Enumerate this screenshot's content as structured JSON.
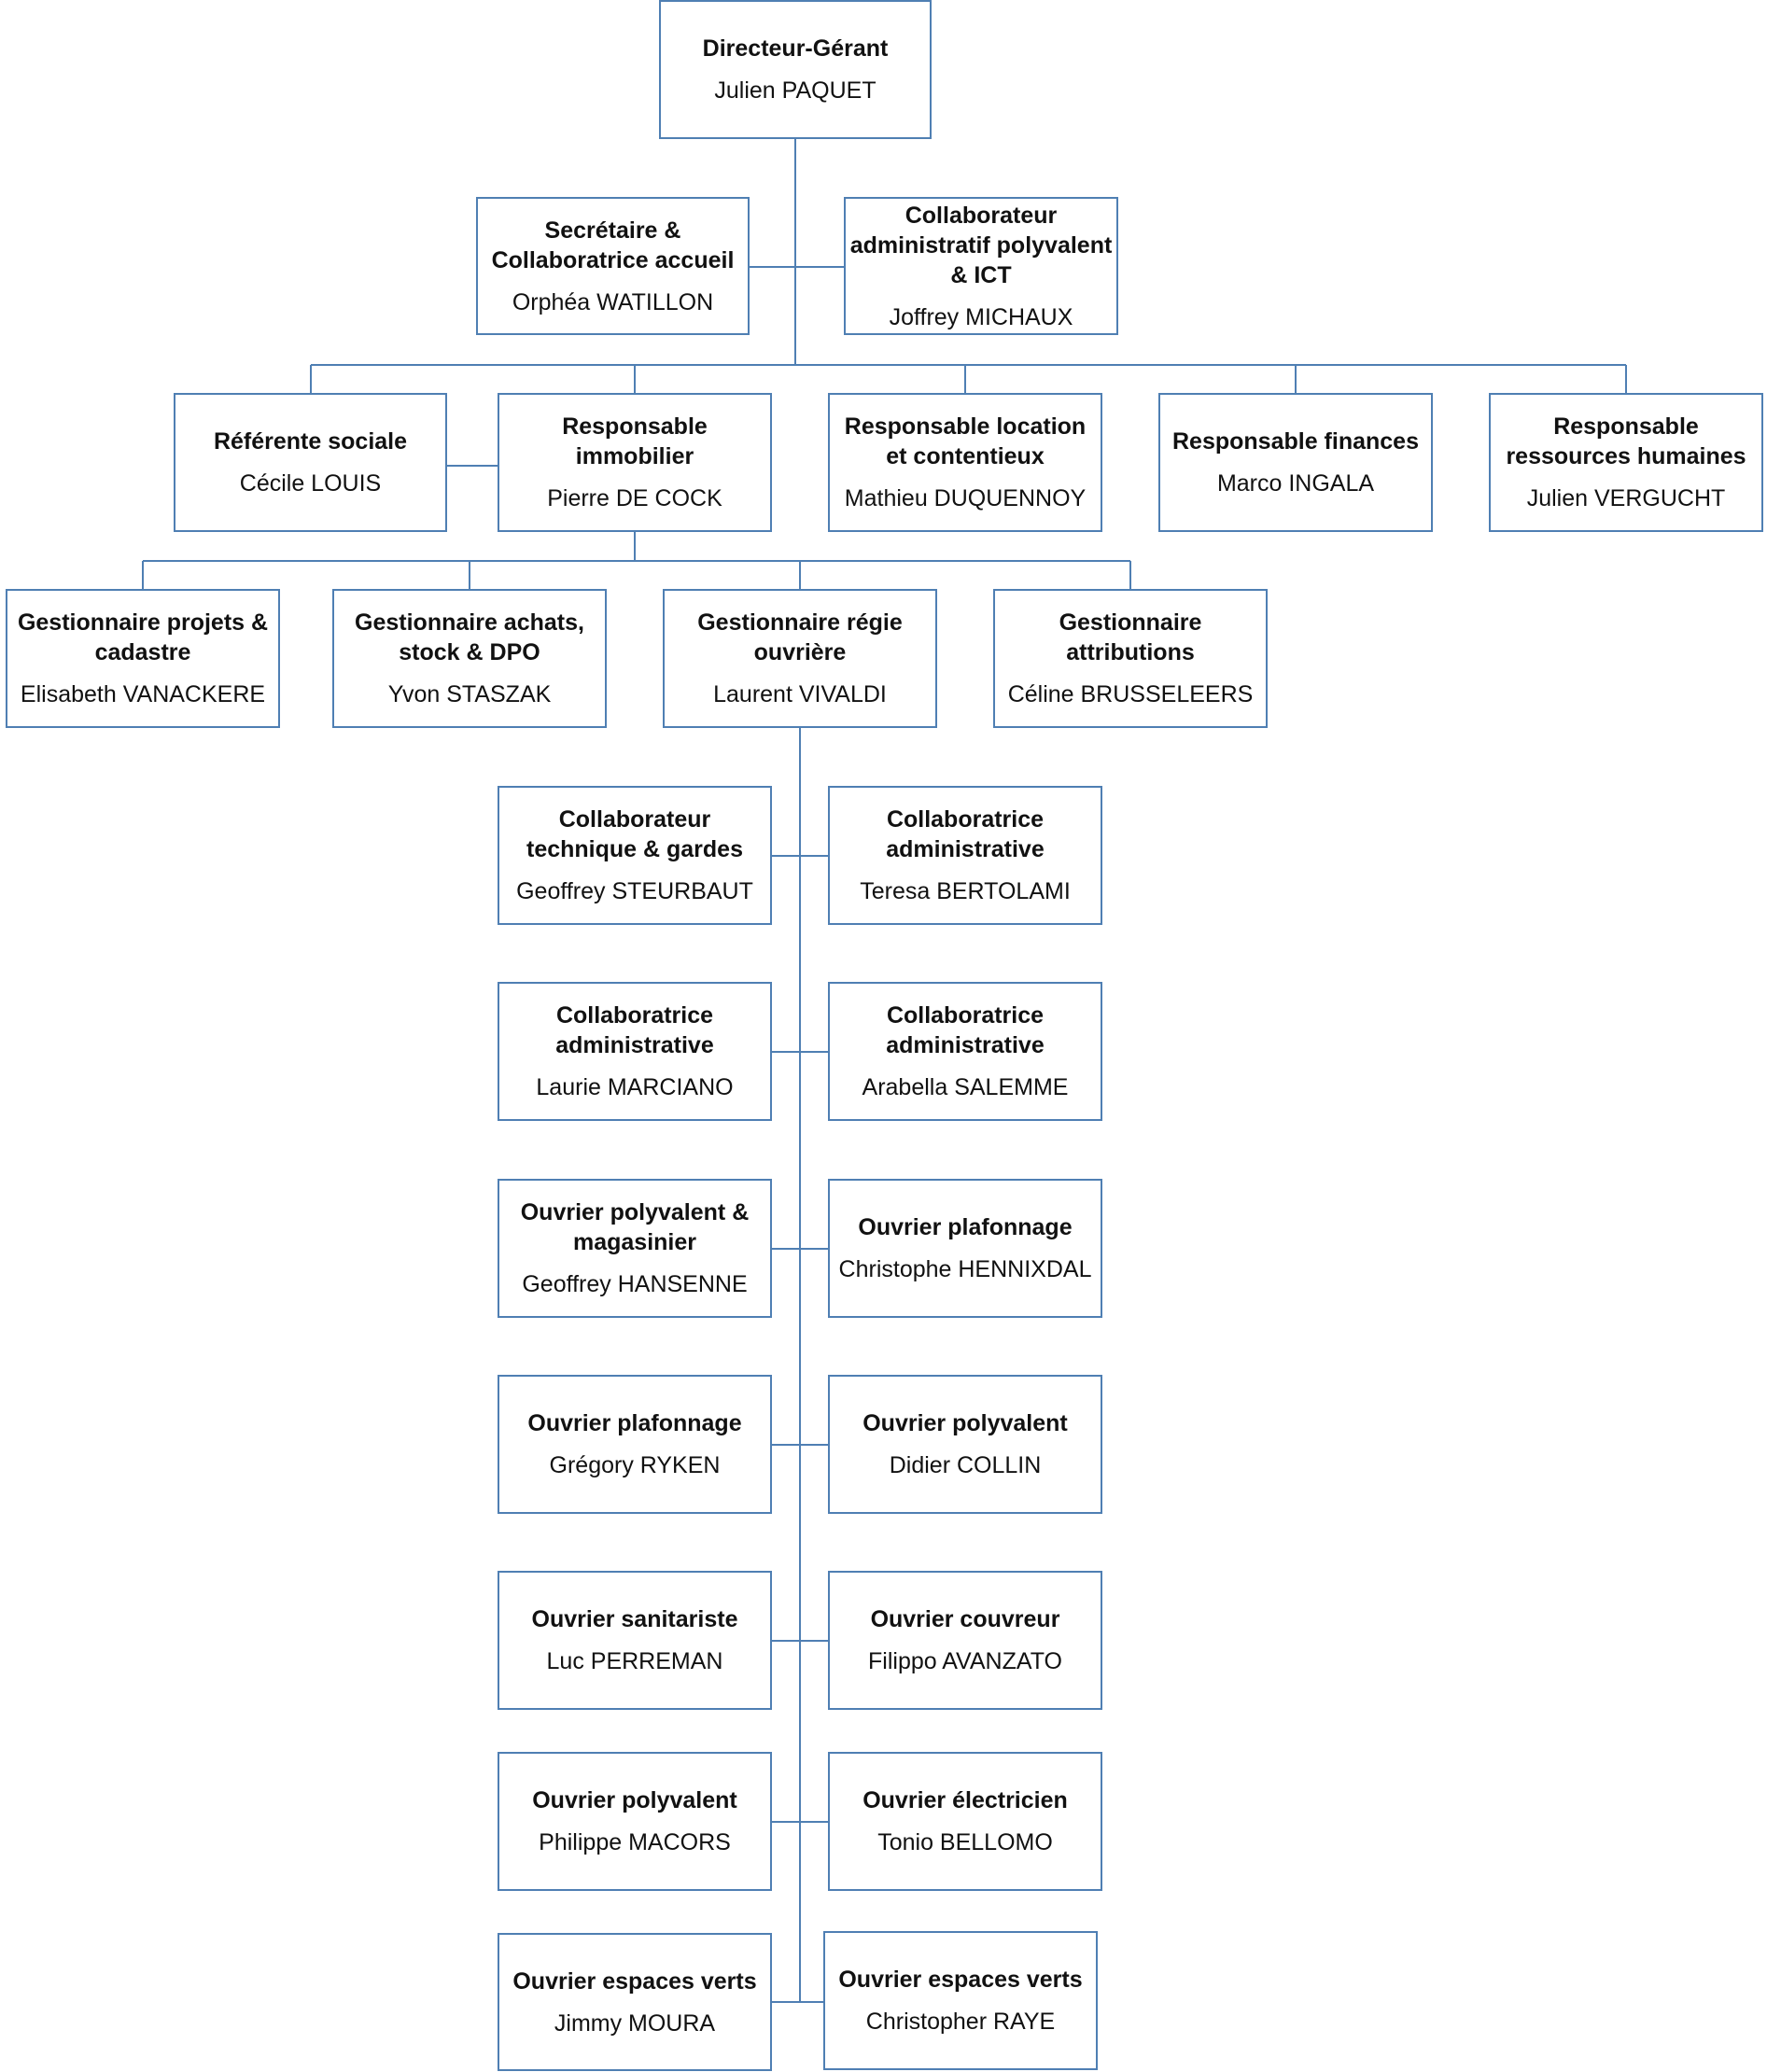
{
  "org": {
    "nodes": [
      {
        "id": "directeur",
        "title": "Directeur-Gérant",
        "name": "Julien PAQUET"
      },
      {
        "id": "secretaire",
        "title": "Secrétaire & Collaboratrice accueil",
        "name": "Orphéa WATILLON"
      },
      {
        "id": "collab-admin-ict",
        "title": "Collaborateur administratif polyvalent & ICT",
        "name": "Joffrey MICHAUX"
      },
      {
        "id": "referente-sociale",
        "title": "Référente sociale",
        "name": "Cécile LOUIS"
      },
      {
        "id": "resp-immobilier",
        "title": "Responsable immobilier",
        "name": "Pierre DE COCK"
      },
      {
        "id": "resp-location",
        "title": "Responsable location et contentieux",
        "name": "Mathieu DUQUENNOY"
      },
      {
        "id": "resp-finances",
        "title": "Responsable finances",
        "name": "Marco INGALA"
      },
      {
        "id": "resp-rh",
        "title": "Responsable ressources humaines",
        "name": "Julien VERGUCHT"
      },
      {
        "id": "gest-projets",
        "title": "Gestionnaire projets & cadastre",
        "name": "Elisabeth VANACKERE"
      },
      {
        "id": "gest-achats",
        "title": "Gestionnaire achats, stock & DPO",
        "name": "Yvon STASZAK"
      },
      {
        "id": "gest-regie",
        "title": "Gestionnaire régie ouvrière",
        "name": "Laurent VIVALDI"
      },
      {
        "id": "gest-attributions",
        "title": "Gestionnaire attributions",
        "name": "Céline BRUSSELEERS"
      },
      {
        "id": "collab-technique",
        "title": "Collaborateur technique & gardes",
        "name": "Geoffrey STEURBAUT"
      },
      {
        "id": "collab-admin-1",
        "title": "Collaboratrice administrative",
        "name": "Teresa BERTOLAMI"
      },
      {
        "id": "collab-admin-2",
        "title": "Collaboratrice administrative",
        "name": "Laurie MARCIANO"
      },
      {
        "id": "collab-admin-3",
        "title": "Collaboratrice administrative",
        "name": "Arabella SALEMME"
      },
      {
        "id": "ouvrier-magasinier",
        "title": "Ouvrier polyvalent & magasinier",
        "name": "Geoffrey HANSENNE"
      },
      {
        "id": "ouvrier-plafonnage-1",
        "title": "Ouvrier plafonnage",
        "name": "Christophe HENNIXDAL"
      },
      {
        "id": "ouvrier-plafonnage-2",
        "title": "Ouvrier plafonnage",
        "name": "Grégory RYKEN"
      },
      {
        "id": "ouvrier-polyvalent-1",
        "title": "Ouvrier polyvalent",
        "name": "Didier COLLIN"
      },
      {
        "id": "ouvrier-sanitariste",
        "title": "Ouvrier sanitariste",
        "name": "Luc PERREMAN"
      },
      {
        "id": "ouvrier-couvreur",
        "title": "Ouvrier couvreur",
        "name": "Filippo AVANZATO"
      },
      {
        "id": "ouvrier-polyvalent-2",
        "title": "Ouvrier polyvalent",
        "name": "Philippe MACORS"
      },
      {
        "id": "ouvrier-electricien",
        "title": "Ouvrier électricien",
        "name": "Tonio BELLOMO"
      },
      {
        "id": "ouvrier-espaces-verts-1",
        "title": "Ouvrier espaces verts",
        "name": "Jimmy MOURA"
      },
      {
        "id": "ouvrier-espaces-verts-2",
        "title": "Ouvrier espaces verts",
        "name": "Christopher RAYE"
      }
    ]
  },
  "colors": {
    "box_border": "#4f7fb3",
    "connector": "#4f7fb3",
    "text": "#111111"
  }
}
